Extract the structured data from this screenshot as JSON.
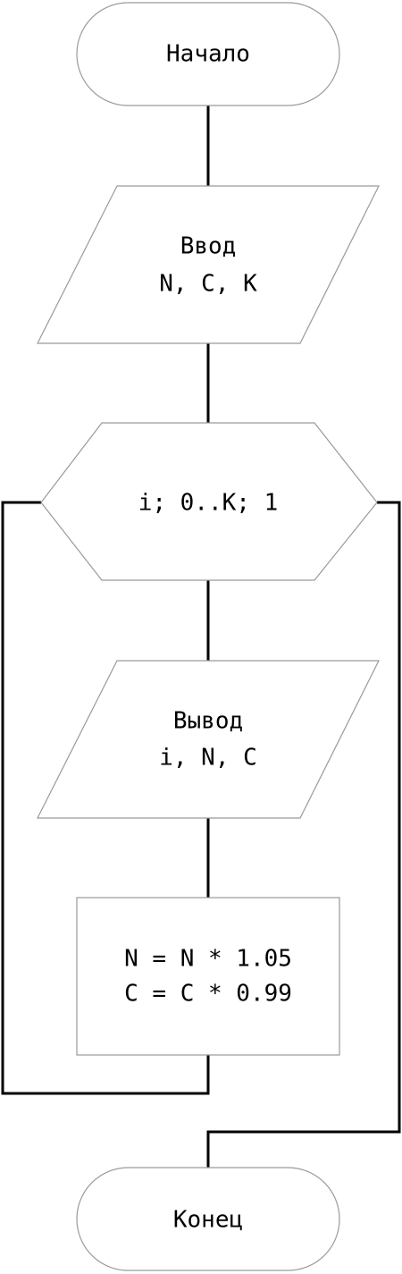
{
  "start": {
    "label": "Начало"
  },
  "input": {
    "line1": "Ввод",
    "line2": "N, C, K"
  },
  "loop": {
    "label": "i; 0..K; 1"
  },
  "output": {
    "line1": "Вывод",
    "line2": "i, N, C"
  },
  "process": {
    "line1": "N = N * 1.05",
    "line2": "C = C * 0.99"
  },
  "end": {
    "label": "Конец"
  },
  "colors": {
    "shape_stroke": "#9a9a9a",
    "connector": "#000000",
    "background": "#ffffff"
  }
}
